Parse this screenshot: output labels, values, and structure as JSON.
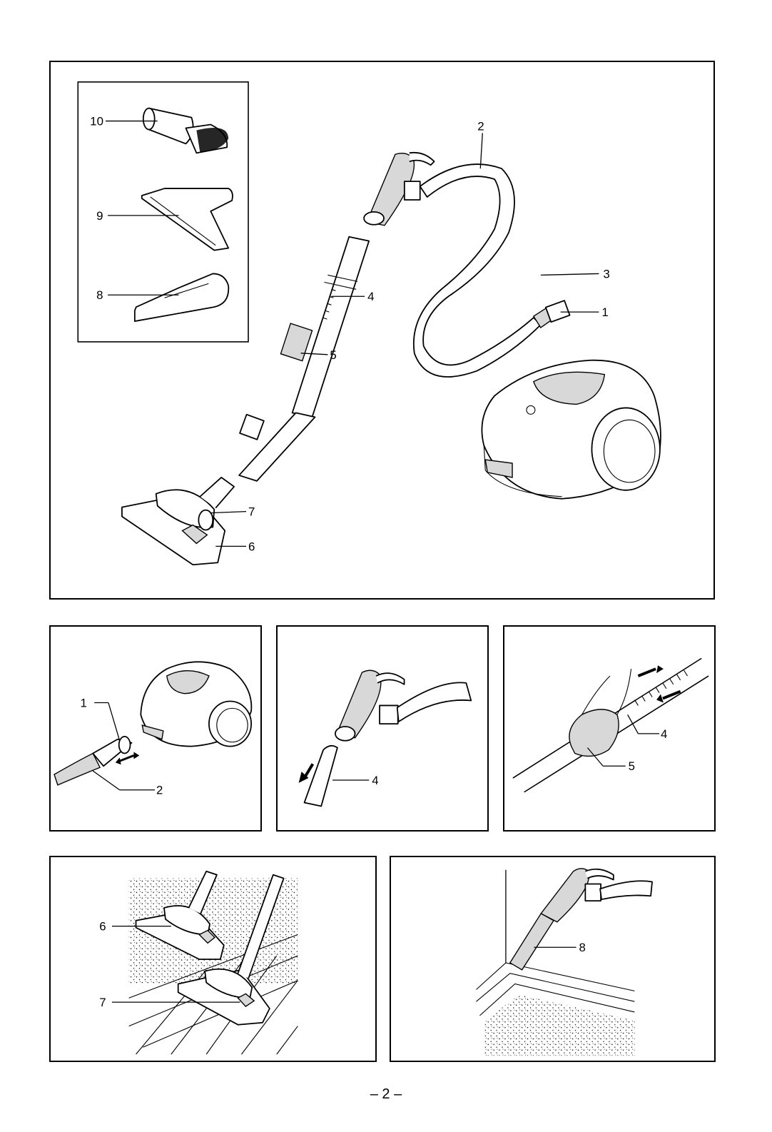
{
  "main_figure": {
    "callouts": [
      "1",
      "2",
      "3",
      "4",
      "5",
      "6",
      "7",
      "8",
      "9",
      "10"
    ]
  },
  "step_hose": {
    "callouts": [
      "1",
      "2"
    ]
  },
  "step_handle": {
    "callouts": [
      "4"
    ]
  },
  "step_tube": {
    "callouts": [
      "4",
      "5"
    ]
  },
  "step_floor": {
    "callouts": [
      "6",
      "7"
    ]
  },
  "step_crevice": {
    "callouts": [
      "8"
    ]
  },
  "page_number": "– 2 –"
}
